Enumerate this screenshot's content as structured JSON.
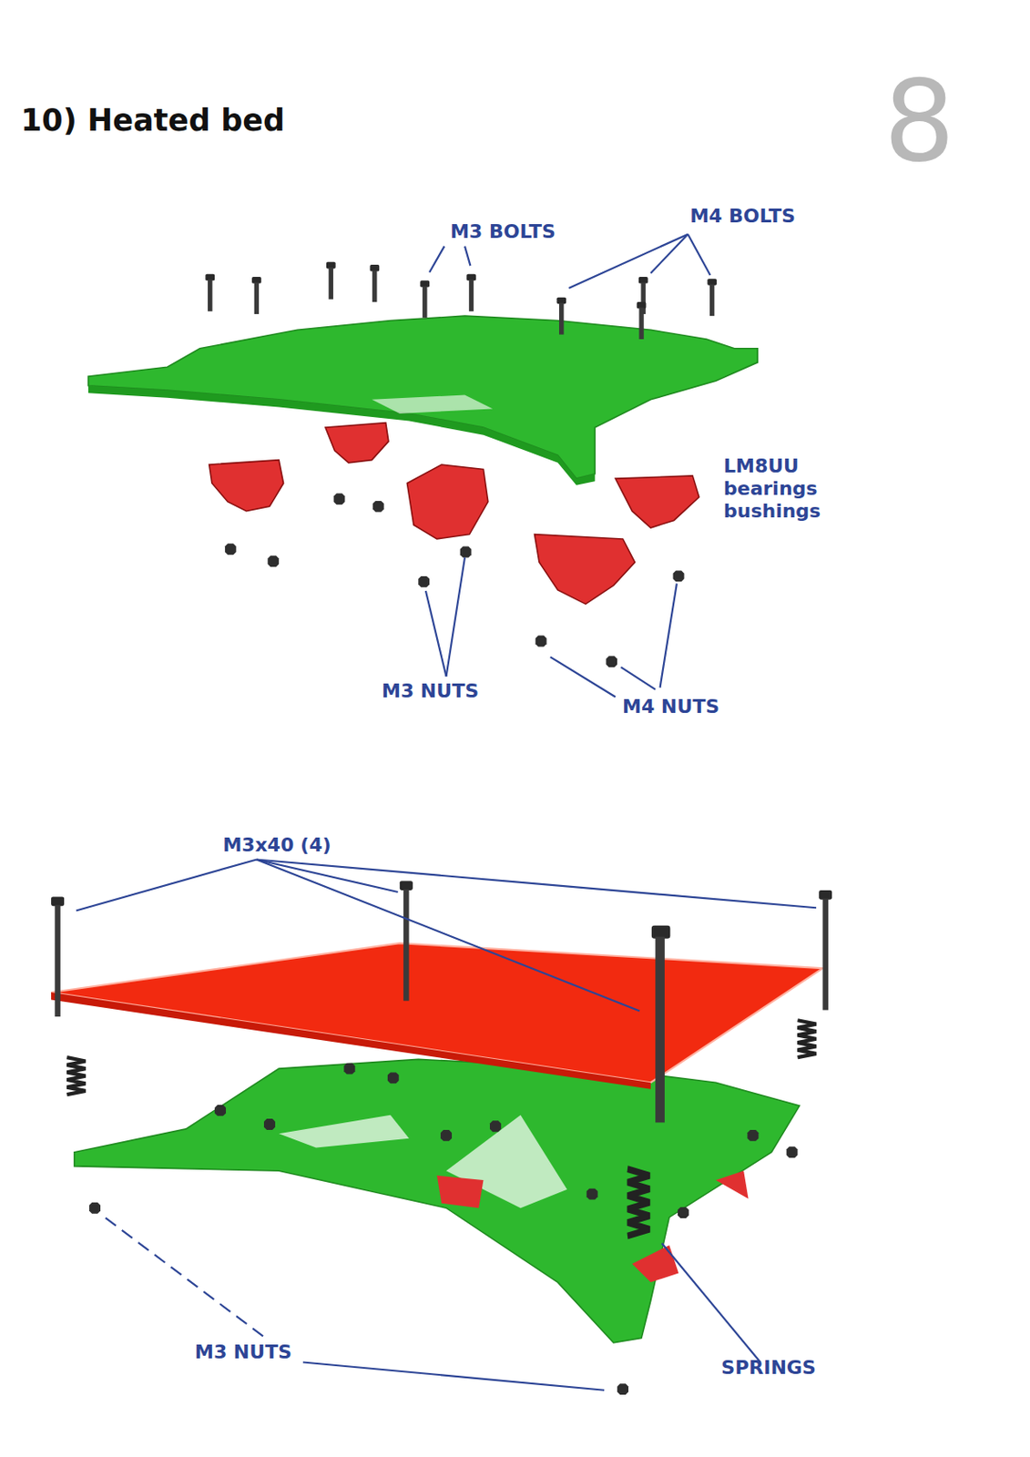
{
  "diagram": {
    "title": "10) Heated bed",
    "labels": [
      "8",
      "M3 BOLTS",
      "M4 BOLTS",
      "LM8UU bearings bushings",
      "M3 NUTS",
      "M4 NUTS",
      "M3x40 (4)",
      "M3 NUTS",
      "SPRINGS"
    ]
  }
}
